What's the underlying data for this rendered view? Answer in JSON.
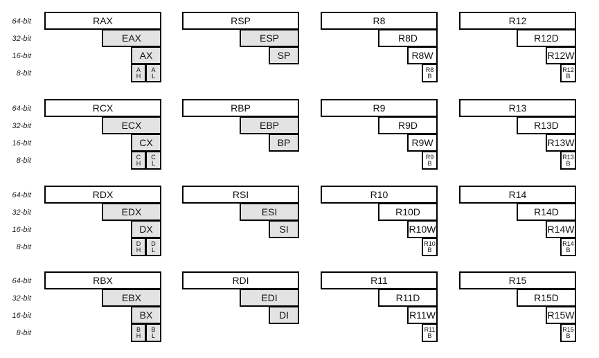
{
  "row_labels": [
    "64-bit",
    "32-bit",
    "16-bit",
    "8-bit"
  ],
  "groups": [
    [
      {
        "r64": "RAX",
        "r32": "EAX",
        "r16": "AX",
        "style": "legacy",
        "low8": [
          [
            "A",
            "H"
          ],
          [
            "A",
            "L"
          ]
        ]
      },
      {
        "r64": "RSP",
        "r32": "ESP",
        "r16": "SP",
        "style": "pointer"
      },
      {
        "r64": "R8",
        "r32": "R8D",
        "r16": "R8W",
        "style": "new",
        "low8": [
          [
            "R8",
            "B"
          ]
        ]
      },
      {
        "r64": "R12",
        "r32": "R12D",
        "r16": "R12W",
        "style": "new",
        "low8": [
          [
            "R12",
            "B"
          ]
        ]
      }
    ],
    [
      {
        "r64": "RCX",
        "r32": "ECX",
        "r16": "CX",
        "style": "legacy",
        "low8": [
          [
            "C",
            "H"
          ],
          [
            "C",
            "L"
          ]
        ]
      },
      {
        "r64": "RBP",
        "r32": "EBP",
        "r16": "BP",
        "style": "pointer"
      },
      {
        "r64": "R9",
        "r32": "R9D",
        "r16": "R9W",
        "style": "new",
        "low8": [
          [
            "R9",
            "B"
          ]
        ]
      },
      {
        "r64": "R13",
        "r32": "R13D",
        "r16": "R13W",
        "style": "new",
        "low8": [
          [
            "R13",
            "B"
          ]
        ]
      }
    ],
    [
      {
        "r64": "RDX",
        "r32": "EDX",
        "r16": "DX",
        "style": "legacy",
        "low8": [
          [
            "D",
            "H"
          ],
          [
            "D",
            "L"
          ]
        ]
      },
      {
        "r64": "RSI",
        "r32": "ESI",
        "r16": "SI",
        "style": "pointer"
      },
      {
        "r64": "R10",
        "r32": "R10D",
        "r16": "R10W",
        "style": "new",
        "low8": [
          [
            "R10",
            "B"
          ]
        ]
      },
      {
        "r64": "R14",
        "r32": "R14D",
        "r16": "R14W",
        "style": "new",
        "low8": [
          [
            "R14",
            "B"
          ]
        ]
      }
    ],
    [
      {
        "r64": "RBX",
        "r32": "EBX",
        "r16": "BX",
        "style": "legacy",
        "low8": [
          [
            "B",
            "H"
          ],
          [
            "B",
            "L"
          ]
        ]
      },
      {
        "r64": "RDI",
        "r32": "EDI",
        "r16": "DI",
        "style": "pointer"
      },
      {
        "r64": "R11",
        "r32": "R11D",
        "r16": "R11W",
        "style": "new",
        "low8": [
          [
            "R11",
            "B"
          ]
        ]
      },
      {
        "r64": "R15",
        "r32": "R15D",
        "r16": "R15W",
        "style": "new",
        "low8": [
          [
            "R15",
            "B"
          ]
        ]
      }
    ]
  ],
  "colors": {
    "legacy_subregister_fill": "#e3e3e3",
    "new_subregister_fill": "#ffffff",
    "border": "#000000"
  }
}
